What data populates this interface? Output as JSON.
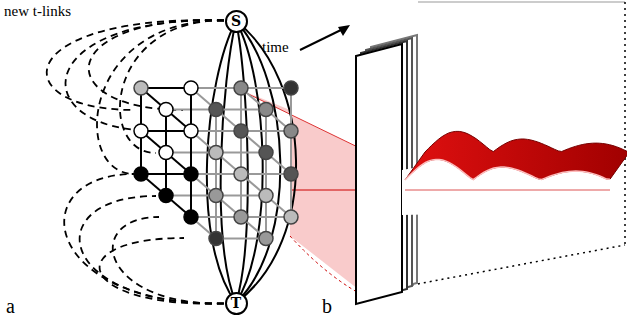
{
  "diagram": {
    "nodes": [
      {
        "text": [
          "S"
        ]
      },
      {
        "text": [
          "T"
        ]
      }
    ],
    "labels": [
      "new t-links",
      "time",
      "a",
      "b"
    ]
  }
}
